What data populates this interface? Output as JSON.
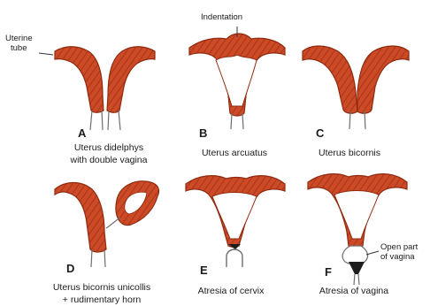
{
  "annotations": {
    "uterine_tube": [
      "Uterine",
      "tube"
    ],
    "indentation": "Indentation",
    "open_part": [
      "Open part",
      "of vagina"
    ]
  },
  "panels": [
    {
      "letter": "A",
      "caption": [
        "Uterus didelphys",
        "with double vagina"
      ]
    },
    {
      "letter": "B",
      "caption": [
        "Uterus arcuatus"
      ]
    },
    {
      "letter": "C",
      "caption": [
        "Uterus bicornis"
      ]
    },
    {
      "letter": "D",
      "caption": [
        "Uterus bicornis unicollis",
        "+ rudimentary horn"
      ]
    },
    {
      "letter": "E",
      "caption": [
        "Atresia of cervix"
      ]
    },
    {
      "letter": "F",
      "caption": [
        "Atresia of vagina"
      ]
    }
  ],
  "colors": {
    "uterus": "#cc4a25",
    "uterus_dark": "#8f2a10",
    "vagina_line": "#6e6e6e",
    "text": "#1b1b1b"
  }
}
